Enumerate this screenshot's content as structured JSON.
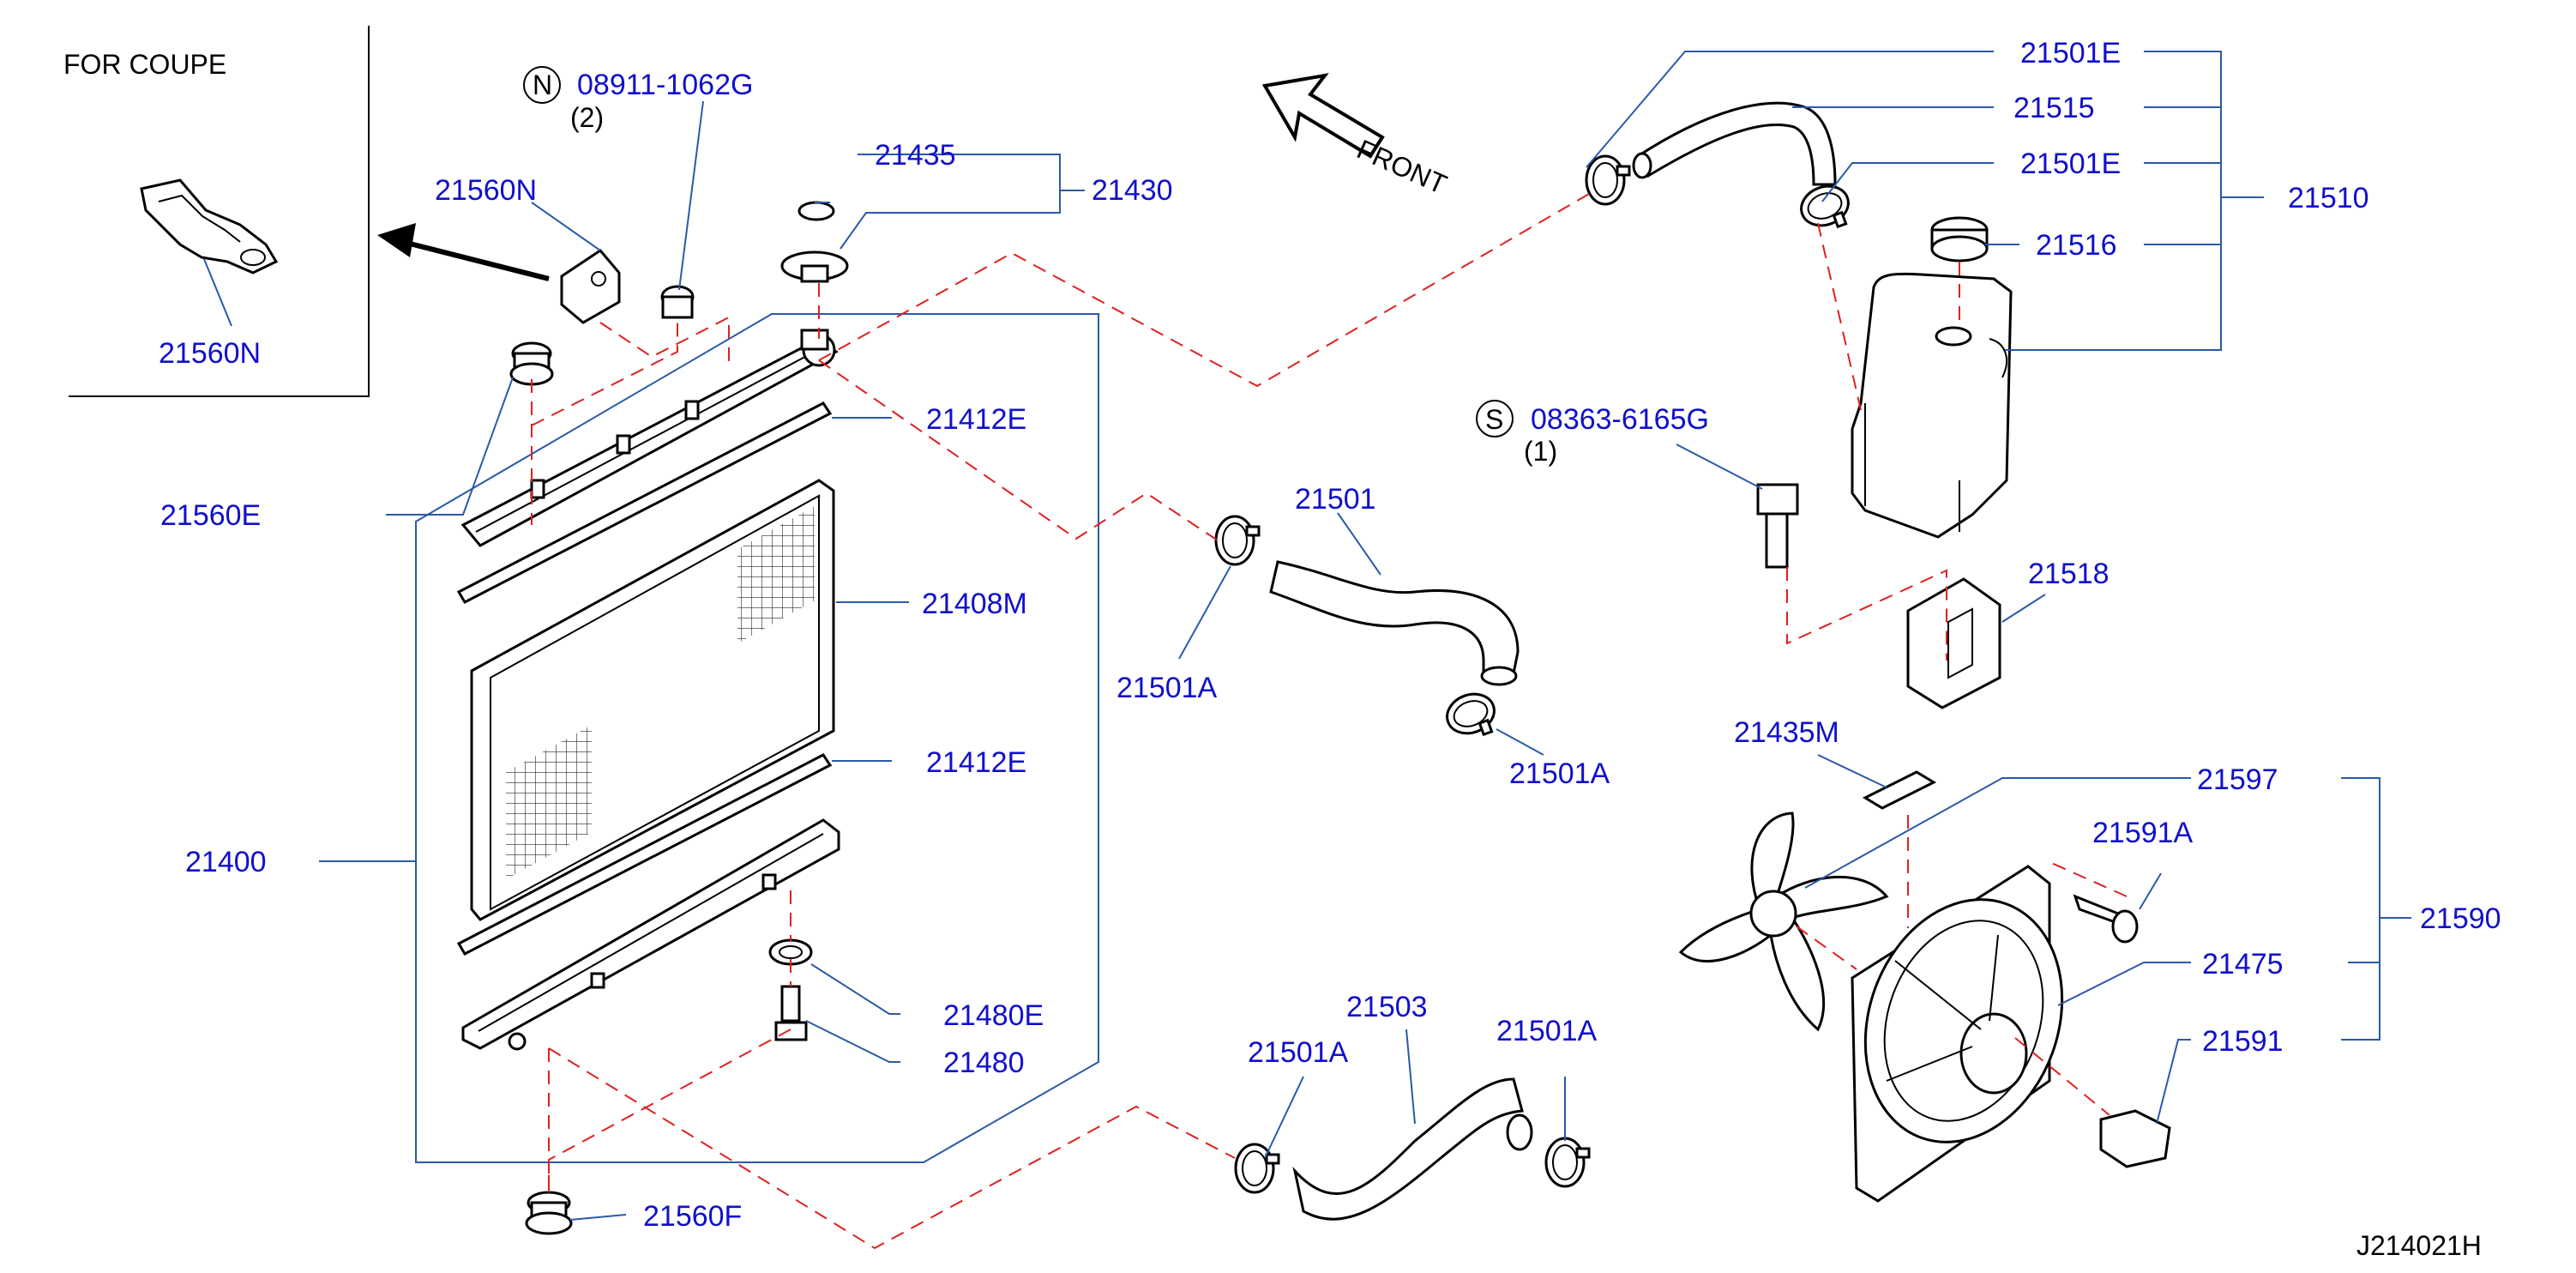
{
  "inset": {
    "title": "FOR COUPE",
    "part_label": "21560N"
  },
  "direction": "FRONT",
  "drawing_id": "J214021H",
  "callout_symbols": {
    "n": "N",
    "s": "S"
  },
  "labels": {
    "p08911": "08911-1062G",
    "p08911_qty": "(2)",
    "p21560N": "21560N",
    "p21435": "21435",
    "p21430": "21430",
    "p21560E": "21560E",
    "p21412E_top": "21412E",
    "p21408M": "21408M",
    "p21412E_bot": "21412E",
    "p21400": "21400",
    "p21480E": "21480E",
    "p21480": "21480",
    "p21560F": "21560F",
    "p21501": "21501",
    "p21501A_1": "21501A",
    "p21501A_2": "21501A",
    "p21503": "21503",
    "p21501A_3": "21501A",
    "p21501A_4": "21501A",
    "p21501E_1": "21501E",
    "p21515": "21515",
    "p21501E_2": "21501E",
    "p21510": "21510",
    "p21516": "21516",
    "p08363": "08363-6165G",
    "p08363_qty": "(1)",
    "p21518": "21518",
    "p21435M": "21435M",
    "p21597": "21597",
    "p21591A": "21591A",
    "p21590": "21590",
    "p21475": "21475",
    "p21591": "21591"
  },
  "icons": [
    "front-arrow-icon",
    "fan-motor-icon",
    "radiator-icon",
    "reservoir-tank-icon",
    "hose-icon",
    "clamp-icon",
    "bolt-icon"
  ]
}
